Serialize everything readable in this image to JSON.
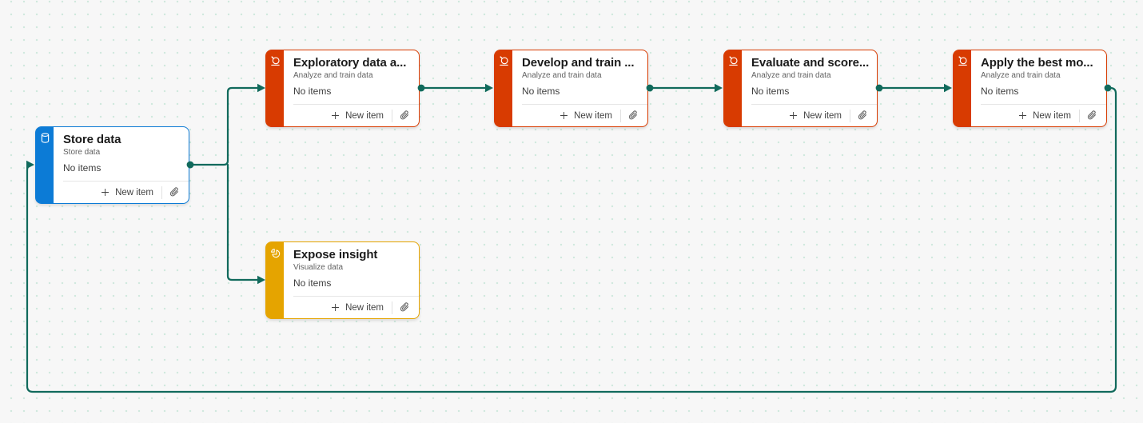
{
  "canvas": {
    "background_color": "#f7f7f7",
    "grid_dot_color": "#cfe8dd",
    "connector_color": "#116a5c"
  },
  "cards": [
    {
      "id": "store-data",
      "title": "Store data",
      "subtitle": "Store data",
      "items_text": "No items",
      "new_item_label": "New item",
      "accent_color": "#0c7bd6",
      "icon": "database-icon"
    },
    {
      "id": "exploratory-data-analysis",
      "title": "Exploratory data a...",
      "subtitle": "Analyze and train data",
      "items_text": "No items",
      "new_item_label": "New item",
      "accent_color": "#d83b01",
      "icon": "microscope-icon"
    },
    {
      "id": "develop-and-train",
      "title": "Develop and train ...",
      "subtitle": "Analyze and train data",
      "items_text": "No items",
      "new_item_label": "New item",
      "accent_color": "#d83b01",
      "icon": "microscope-icon"
    },
    {
      "id": "evaluate-and-score",
      "title": "Evaluate and score...",
      "subtitle": "Analyze and train data",
      "items_text": "No items",
      "new_item_label": "New item",
      "accent_color": "#d83b01",
      "icon": "microscope-icon"
    },
    {
      "id": "apply-the-best-model",
      "title": "Apply the best mo...",
      "subtitle": "Analyze and train data",
      "items_text": "No items",
      "new_item_label": "New item",
      "accent_color": "#d83b01",
      "icon": "microscope-icon"
    },
    {
      "id": "expose-insight",
      "title": "Expose insight",
      "subtitle": "Visualize data",
      "items_text": "No items",
      "new_item_label": "New item",
      "accent_color": "#e5a400",
      "icon": "pie-chart-icon"
    }
  ],
  "connections": [
    {
      "from": "store-data",
      "to": "exploratory-data-analysis"
    },
    {
      "from": "store-data",
      "to": "expose-insight"
    },
    {
      "from": "exploratory-data-analysis",
      "to": "develop-and-train"
    },
    {
      "from": "develop-and-train",
      "to": "evaluate-and-score"
    },
    {
      "from": "evaluate-and-score",
      "to": "apply-the-best-model"
    },
    {
      "from": "apply-the-best-model",
      "to": "store-data"
    }
  ]
}
